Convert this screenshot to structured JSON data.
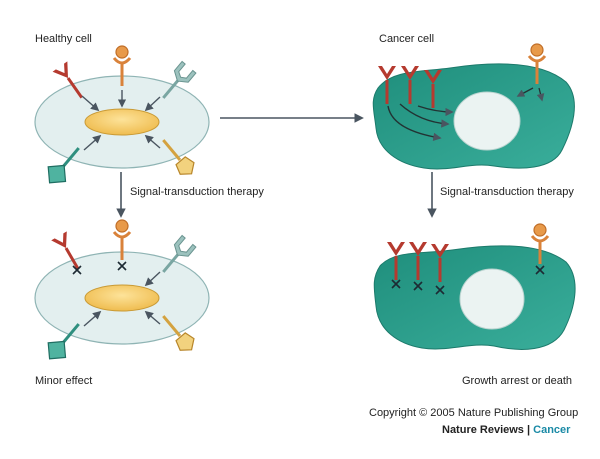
{
  "labels": {
    "healthy_cell": "Healthy cell",
    "cancer_cell": "Cancer cell",
    "therapy_left": "Signal-transduction therapy",
    "therapy_right": "Signal-transduction therapy",
    "minor_effect": "Minor effect",
    "growth_arrest": "Growth arrest or death"
  },
  "footer": {
    "copyright": "Copyright © 2005 Nature Publishing Group",
    "publisher": "Nature Reviews",
    "separator": "|",
    "journal": "Cancer"
  },
  "colors": {
    "healthy_cytoplasm": "#e3efef",
    "nucleus": "#f7cd6a",
    "cancer_cytoplasm": "#2a9e8c",
    "cancer_nucleus": "#ebf3f2",
    "receptor_red": "#b53a2f",
    "receptor_orange": "#d9823a",
    "receptor_teal": "#2f8f7f",
    "receptor_yellow": "#d4a23f",
    "receptor_grey_teal": "#7aa6a2",
    "arrow": "#4a5560",
    "journal_accent": "#1a8aa6"
  },
  "icons": [
    "red-y-receptor-icon",
    "orange-ball-receptor-icon",
    "teal-diamond-receptor-icon",
    "yellow-pentagon-receptor-icon",
    "grey-cup-receptor-icon",
    "block-cross-icon"
  ]
}
